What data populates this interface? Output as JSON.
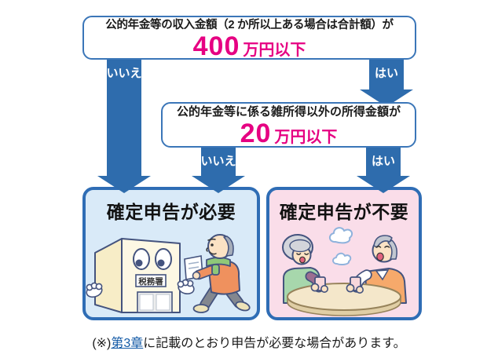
{
  "flowchart": {
    "question1": {
      "line1": "公的年金等の収入金額（2 か所以上ある場合は合計額）が",
      "amount": "400",
      "unit": "万円以下"
    },
    "question2": {
      "line1": "公的年金等に係る雑所得以外の所得金額が",
      "amount": "20",
      "unit": "万円以下"
    },
    "labels": {
      "no1": "いいえ",
      "yes1": "はい",
      "no2": "いいえ",
      "yes2": "はい"
    },
    "outcome_required": {
      "title": "確定申告が必要",
      "sign": "税務署"
    },
    "outcome_not_required": {
      "title": "確定申告が不要"
    }
  },
  "footnote": {
    "prefix": "(※)",
    "link": "第3章",
    "suffix": "に記載のとおり申告が必要な場合があります。"
  },
  "colors": {
    "arrow_blue": "#2E6CAD",
    "box_border_blue": "#3B76B8",
    "outcome_border_blue": "#2F6DB5",
    "accent_pink": "#E60082",
    "required_bg": "#D9EAF8",
    "not_required_bg": "#FADDE9",
    "link_blue": "#1259A6"
  }
}
